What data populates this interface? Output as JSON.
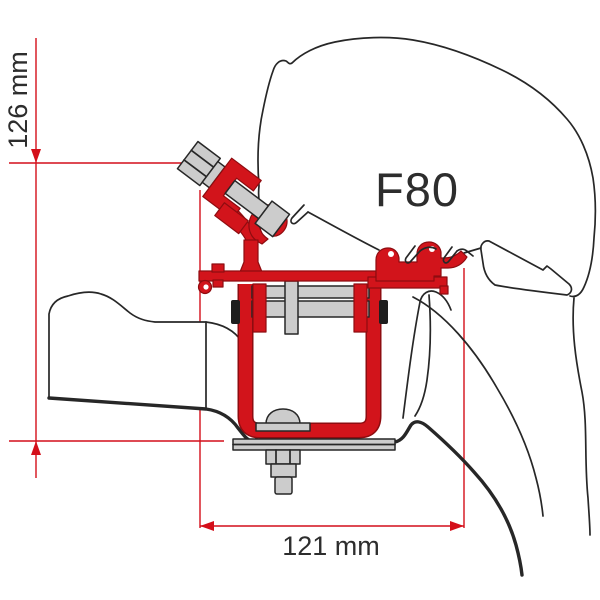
{
  "diagram": {
    "awning_label": "F80",
    "dim_vertical_label": "126 mm",
    "dim_horizontal_label": "121 mm"
  },
  "colors": {
    "background": "#ffffff",
    "ink": "#272727",
    "bracket_red": "#d2141b",
    "bracket_outline": "#8e0c10",
    "dimension_red": "#d40f1a",
    "metal_gray": "#cccccc",
    "pad_dark": "#1e1e1e",
    "label_color": "#2d2d2d"
  }
}
